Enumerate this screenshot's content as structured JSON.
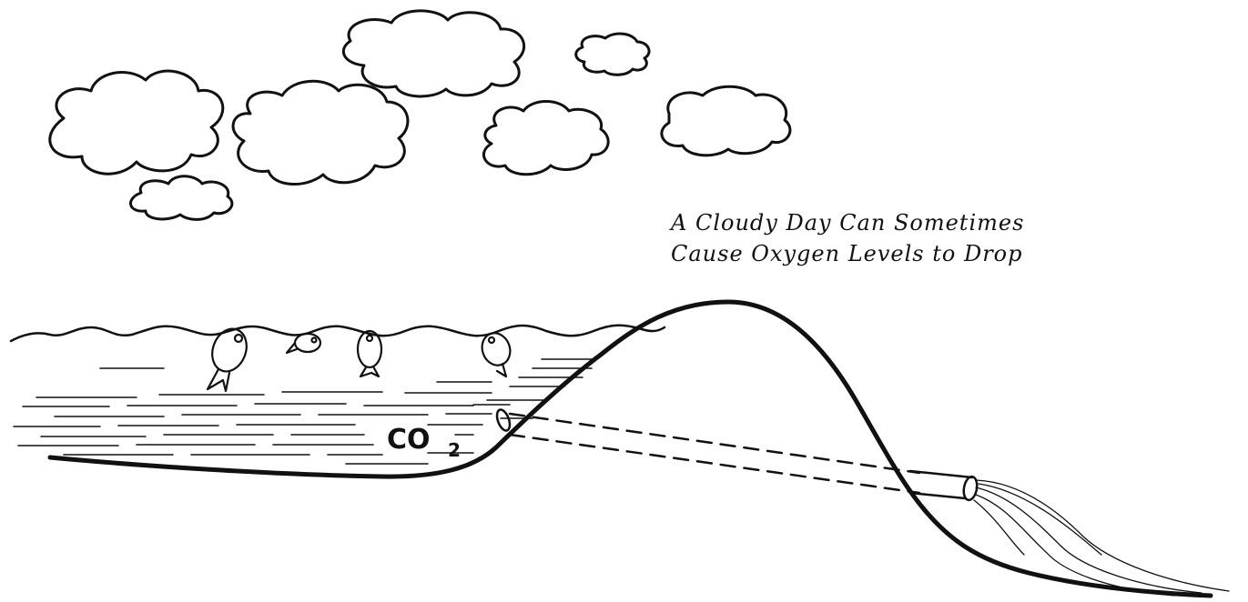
{
  "caption": {
    "line1": "A Cloudy Day Can Sometimes",
    "line2": "Cause Oxygen Levels to Drop"
  },
  "label": {
    "co2_main": "CO",
    "co2_sub": "2"
  },
  "colors": {
    "ink": "#111111",
    "paper": "#ffffff"
  },
  "icons": [
    "cloud-icon",
    "fish-icon",
    "pipe-icon"
  ]
}
